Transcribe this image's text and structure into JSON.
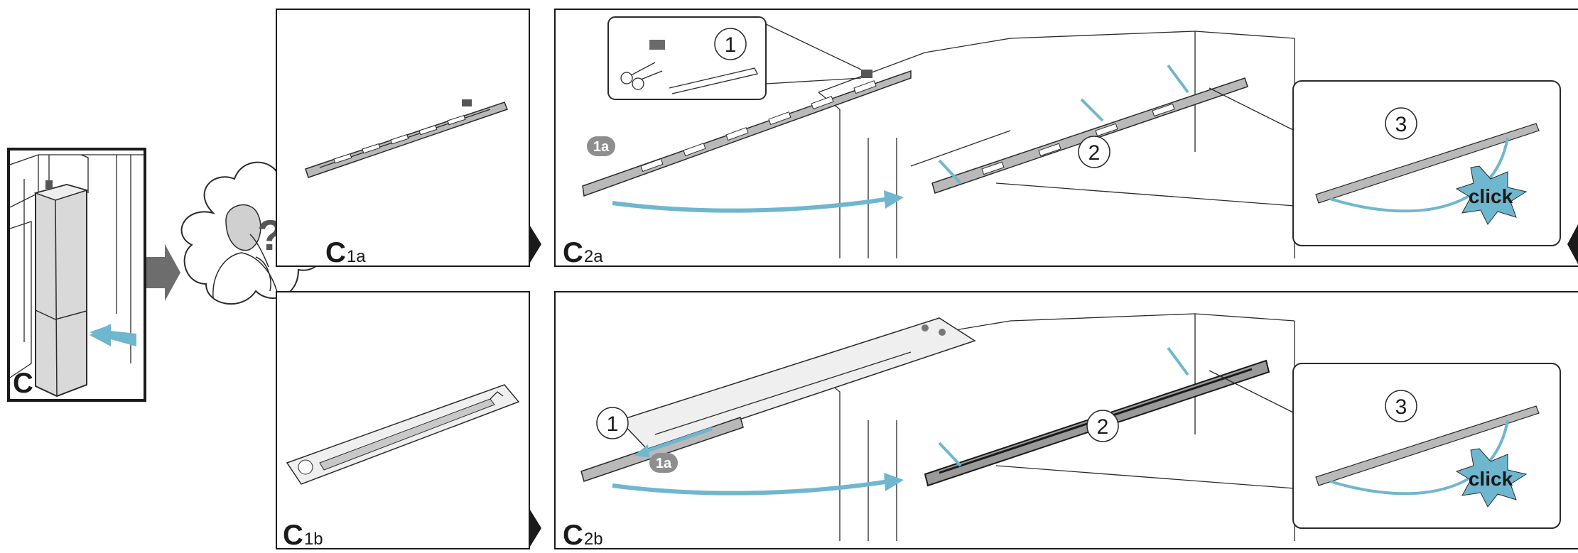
{
  "step_main": {
    "letter": "C"
  },
  "panels": {
    "c1a": {
      "label_main": "C",
      "label_sub": "1a"
    },
    "c1b": {
      "label_main": "C",
      "label_sub": "1b"
    },
    "c2a": {
      "label_main": "C",
      "label_sub": "2a",
      "callout_1": "1",
      "callout_2": "2",
      "callout_3": "3",
      "badge": "1a",
      "click": "click"
    },
    "c2b": {
      "label_main": "C",
      "label_sub": "2b",
      "callout_1": "1",
      "callout_2": "2",
      "callout_3": "3",
      "badge": "1a",
      "click": "click"
    }
  },
  "thought_bubble": {
    "symbol": "?"
  },
  "colors": {
    "accent_blue": "#6fb6cf",
    "arrow_gray": "#6d6d6d",
    "rail_gray": "#b9b9b9",
    "badge_gray": "#8e8e8e",
    "line": "#2a2a2a"
  },
  "icons": [
    "fridge-illustration",
    "push-arrow-icon",
    "next-step-arrow-icon",
    "thinking-person-icon",
    "tools-icon",
    "scissors-icon",
    "screw-icon",
    "click-starburst-icon"
  ]
}
